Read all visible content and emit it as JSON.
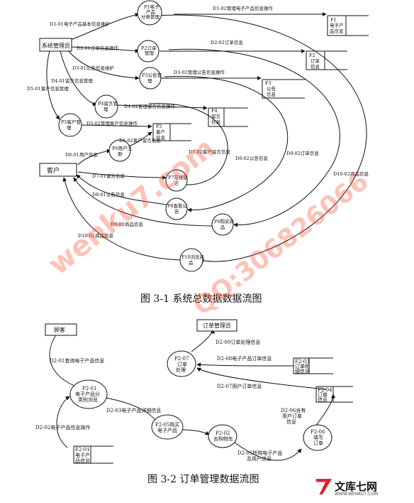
{
  "figure1": {
    "caption": "图 3-1 系统总数据数据流图",
    "nodes": {
      "admin": "系统管理员",
      "customer": "客户",
      "p1": [
        "P1电子",
        "产品",
        "分类管理"
      ],
      "p2": [
        "P2订单",
        "管理"
      ],
      "p3": [
        "P3公告管",
        "理"
      ],
      "p4": [
        "P4留言管",
        "理"
      ],
      "p5": [
        "P5客户管",
        "理"
      ],
      "p6": [
        "P6用户注",
        "册"
      ],
      "p7": [
        "P7在线留",
        "言"
      ],
      "p8": [
        "P8查看公",
        "告"
      ],
      "p9": [
        "P9购买商",
        "品"
      ],
      "p10": [
        "P10浏览商",
        "品"
      ],
      "f1": [
        "F1",
        "电子产",
        "品信息"
      ],
      "f2": [
        "F2",
        "订单",
        "信息"
      ],
      "f3": [
        "F3",
        "公告",
        "信息"
      ],
      "f4": [
        "F4",
        "留言",
        "信息"
      ],
      "f5": [
        "F5",
        "客户",
        "信息"
      ]
    },
    "flows": {
      "d1_01": "D1-01电子产品基本信息维护",
      "d1_02": "D1-02管理电子产品信息操作",
      "d2_01": "D2-01订单信息操作",
      "d2_02": "D2-02订单信息",
      "d3_01": "D3-01公告信息维护",
      "d3_02": "D3-02管理公告信息操作",
      "d4_01": "D4-01留言信息管理",
      "d4_02": "D4-02管理留言信息操作",
      "d5_01": "D5-01客户信息管理",
      "d5_02": "D5-02管理客户信息操作",
      "d6_01": "D6-01用户信息",
      "d6_02": "D6-02客户留言信息",
      "d7_01": "D7-01留言信息",
      "d7_02": "D7-02客户留言信息",
      "d8_01": "D8-01公告信息",
      "d8_02": "D8-02公告信息",
      "d9_01": "D9-01商品信息",
      "d9_02": "D9-02订单信息",
      "d10_01": "D10-01商品信息",
      "d10_02": "D10-02商品信息"
    }
  },
  "figure2": {
    "caption": "图 3-2 订单管理数据流图",
    "nodes": {
      "customer": "顾客",
      "manager": "订单管理员",
      "p201": [
        "P2-01",
        "电子产品分",
        "类别浏览"
      ],
      "p205": [
        "P2-05购买",
        "电子产品"
      ],
      "p202": [
        "P2-02",
        "去购物车"
      ],
      "p206": [
        "P2-06",
        "填写",
        "订单"
      ],
      "p207": [
        "P2-07",
        "订单",
        "处理"
      ],
      "f201": [
        "F2-01",
        "电子产",
        "品信息"
      ],
      "f203": [
        "F2-03",
        "订单明",
        "细信息"
      ],
      "f204": [
        "F2-04",
        "订单",
        "信息"
      ]
    },
    "flows": {
      "d201": "D2-01查询电子产品信息",
      "d202": "D2-02电子产品信息操作",
      "d203": "D2-03电子产品详细信息",
      "d205": "D2-05所购电子产品",
      "d205b": "及用户信息",
      "d206": "D2-06含有",
      "d206b": "用户订单",
      "d206c": "信息",
      "d207": "D2-07用户订单信息",
      "d208": "D2-08电子产品订单信息",
      "d209": "D2-09订单处理信息"
    }
  },
  "watermark": {
    "line1": "wenku7.com",
    "line2": "QQ:306826066"
  },
  "logo": {
    "text": "文库七网",
    "sub": "WWW.WENKU7.COM"
  }
}
